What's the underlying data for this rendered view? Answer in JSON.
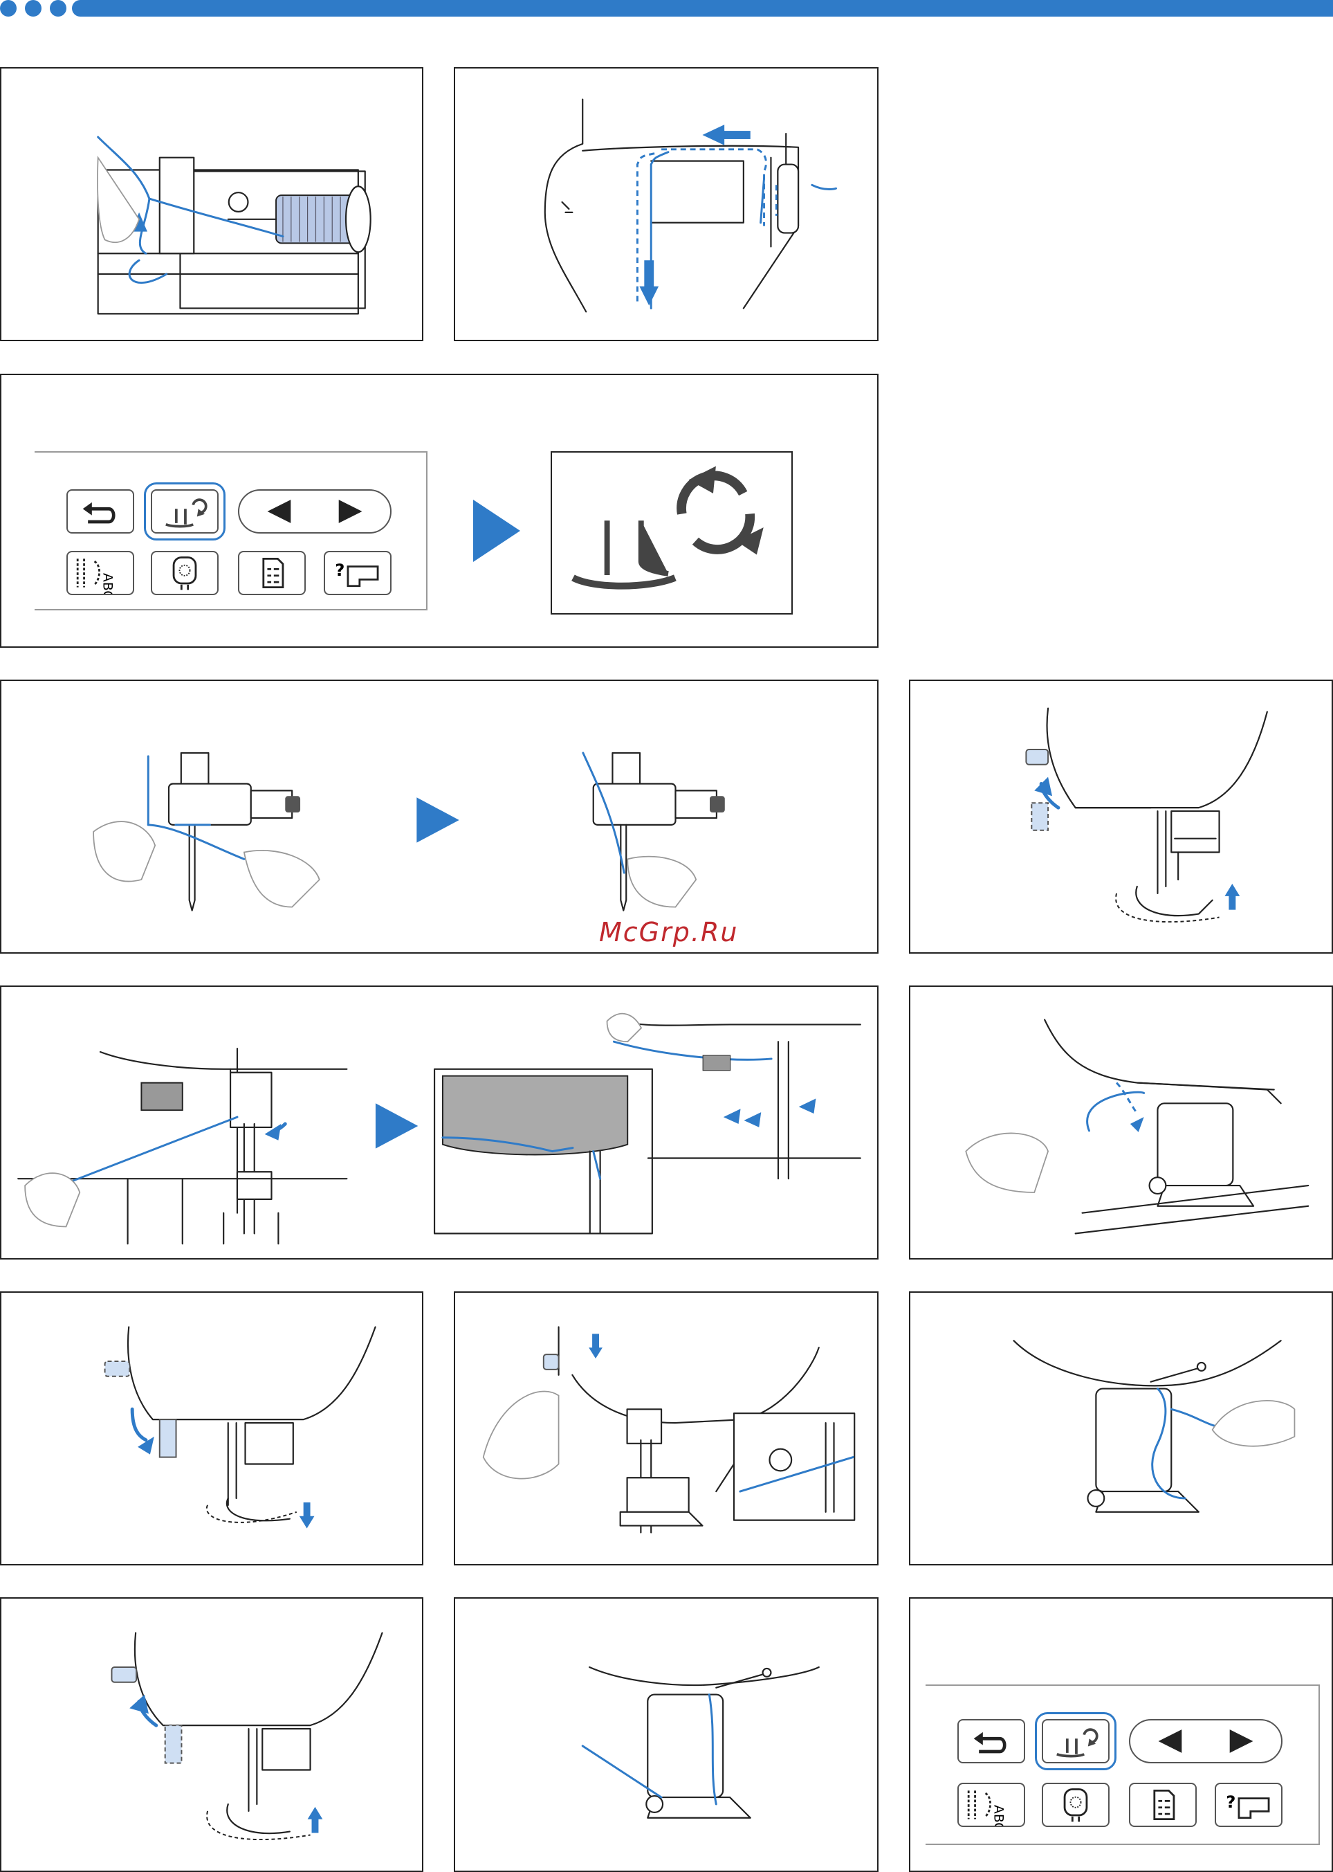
{
  "watermark": "McGrp.Ru",
  "colors": {
    "accent": "#2f7bc8",
    "line": "#222222",
    "lever": "#cfdff3",
    "watermark": "#c0282d"
  },
  "panels": [
    {
      "id": "spool-thread-guide",
      "icons": [
        "hand-icon",
        "thread-path",
        "spool-icon"
      ]
    },
    {
      "id": "thread-path-top",
      "icons": [
        "thread-path",
        "arrow-left-icon",
        "arrow-down-icon"
      ]
    },
    {
      "id": "presser-foot-lock-screen",
      "icons": [
        "back-icon",
        "presser-foot-lock-icon",
        "left-arrow-icon",
        "right-arrow-icon",
        "pattern-abc-icon",
        "embroidery-icon",
        "list-icon",
        "help-machine-icon"
      ]
    },
    {
      "id": "needle-threading",
      "icons": [
        "hand-icon",
        "needle-icon",
        "thread-path"
      ]
    },
    {
      "id": "raise-presser-foot-1",
      "icons": [
        "presser-foot-lever-icon",
        "arrow-up-icon"
      ]
    },
    {
      "id": "threader-hook",
      "icons": [
        "hand-icon",
        "thread-path",
        "inset-detail"
      ]
    },
    {
      "id": "thread-pull-side",
      "icons": [
        "hand-icon",
        "thread-path"
      ]
    },
    {
      "id": "lower-presser-foot",
      "icons": [
        "presser-foot-lever-icon",
        "arrow-down-icon"
      ]
    },
    {
      "id": "needle-threader-lever",
      "icons": [
        "hand-icon",
        "inset-detail"
      ]
    },
    {
      "id": "thread-loop-pull",
      "icons": [
        "hand-icon",
        "thread-path"
      ]
    },
    {
      "id": "raise-presser-foot-2",
      "icons": [
        "presser-foot-lever-icon",
        "arrow-up-icon"
      ]
    },
    {
      "id": "thread-under-foot",
      "icons": [
        "thread-path"
      ]
    },
    {
      "id": "lock-screen-2",
      "icons": [
        "back-icon",
        "presser-foot-lock-icon",
        "left-arrow-icon",
        "right-arrow-icon",
        "pattern-abc-icon",
        "embroidery-icon",
        "list-icon",
        "help-machine-icon"
      ]
    }
  ],
  "buttons": {
    "back": "back-icon",
    "lock": "presser-foot-lock-icon",
    "prev": "left-arrow-icon",
    "next": "right-arrow-icon",
    "pattern": "pattern-abc-icon",
    "embroidery": "embroidery-icon",
    "list": "list-icon",
    "help": "help-machine-icon",
    "pattern_glyph": "ABC"
  }
}
